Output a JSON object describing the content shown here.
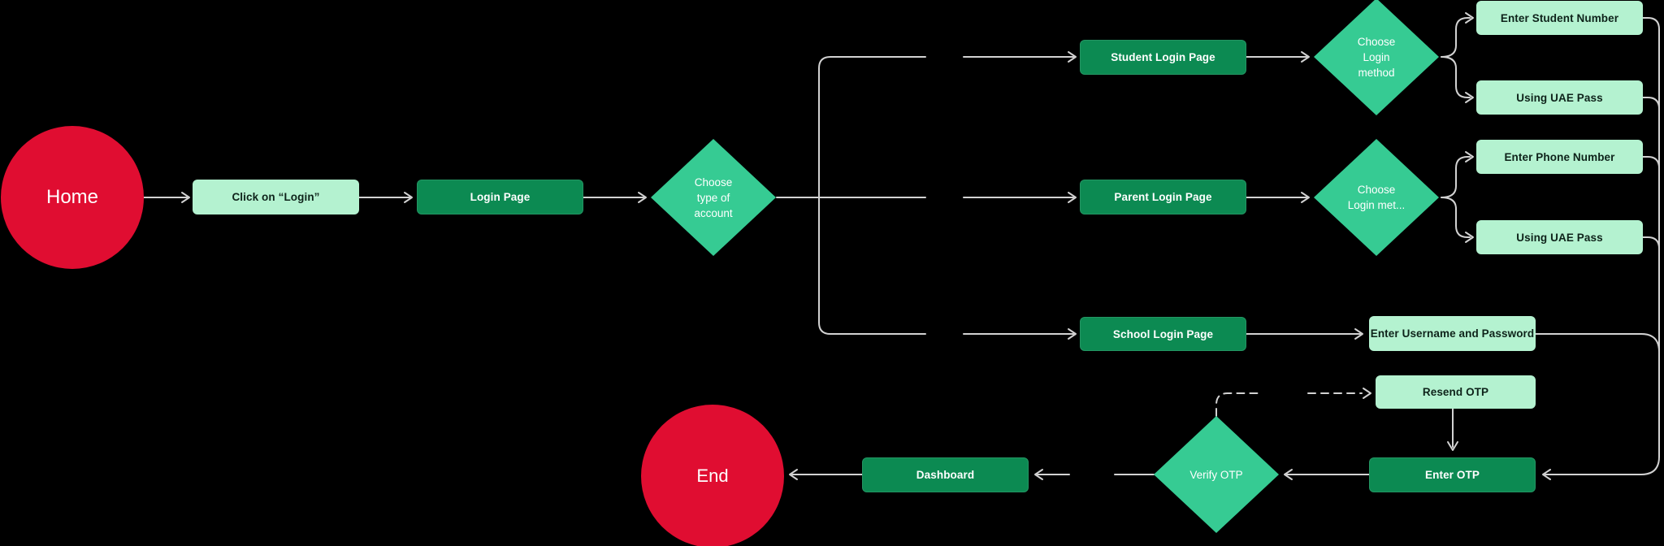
{
  "theme": {
    "bg": "#000000",
    "red": "#E00D31",
    "dark_green": "#0C8A52",
    "light_green": "#B4F2D0",
    "teal": "#36CB93",
    "line": "#D2D2D2",
    "text_dark": "#0E231A",
    "text_light": "#FFFFFF"
  },
  "nodes": {
    "home": "Home",
    "click_login": "Click on “Login”",
    "login_page": "Login Page",
    "choose_account_type": "Choose\ntype of\naccount",
    "student_login_page": "Student Login Page",
    "parent_login_page": "Parent Login Page",
    "school_login_page": "School Login Page",
    "choose_login_method_student": "Choose\nLogin\nmethod",
    "choose_login_method_parent": "Choose\nLogin met...",
    "enter_student_number": "Enter Student Number",
    "using_uae_pass_student": "Using UAE Pass",
    "enter_phone_number": "Enter Phone Number",
    "using_uae_pass_parent": "Using UAE Pass",
    "enter_username_password": "Enter Username and Password",
    "resend_otp": "Resend OTP",
    "enter_otp": "Enter OTP",
    "verify_otp": "Verify OTP",
    "dashboard": "Dashboard",
    "end": "End"
  }
}
